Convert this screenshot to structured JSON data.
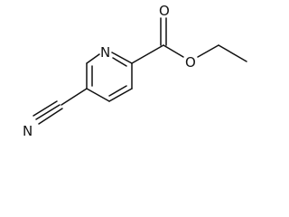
{
  "molecule": {
    "atoms": [
      {
        "symbol": "N",
        "role": "ring-nitrogen"
      },
      {
        "symbol": "O",
        "role": "carbonyl-oxygen"
      },
      {
        "symbol": "O",
        "role": "ester-oxygen"
      },
      {
        "symbol": "N",
        "role": "nitrile-nitrogen"
      }
    ]
  }
}
